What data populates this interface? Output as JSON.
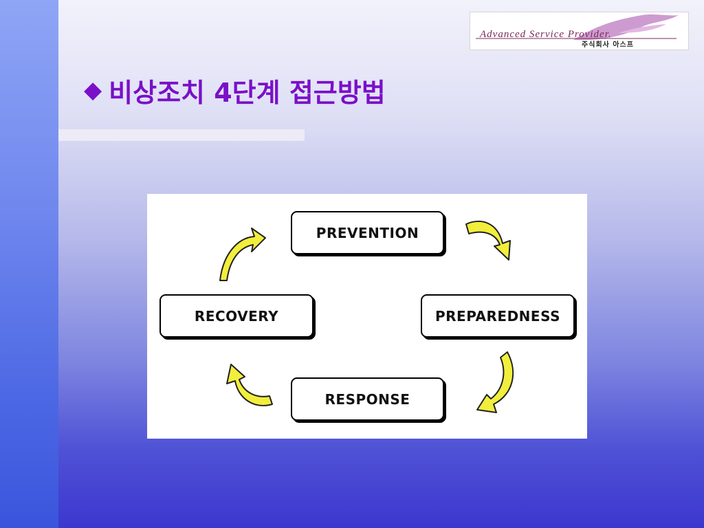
{
  "logo": {
    "script_text": "Advanced Service Provider.",
    "company_text": "주식회사  아스프",
    "accent_color": "#c489c8"
  },
  "title": {
    "bullet": "◆",
    "text": "비상조치 4단계 접근방법",
    "color": "#7a10c8"
  },
  "diagram": {
    "stages": [
      {
        "id": "prevention",
        "label": "PREVENTION"
      },
      {
        "id": "preparedness",
        "label": "PREPAREDNESS"
      },
      {
        "id": "response",
        "label": "RESPONSE"
      },
      {
        "id": "recovery",
        "label": "RECOVERY"
      }
    ],
    "cycle_order": [
      "PREVENTION",
      "PREPAREDNESS",
      "RESPONSE",
      "RECOVERY"
    ],
    "arrow_color": "#f2ee3c"
  }
}
